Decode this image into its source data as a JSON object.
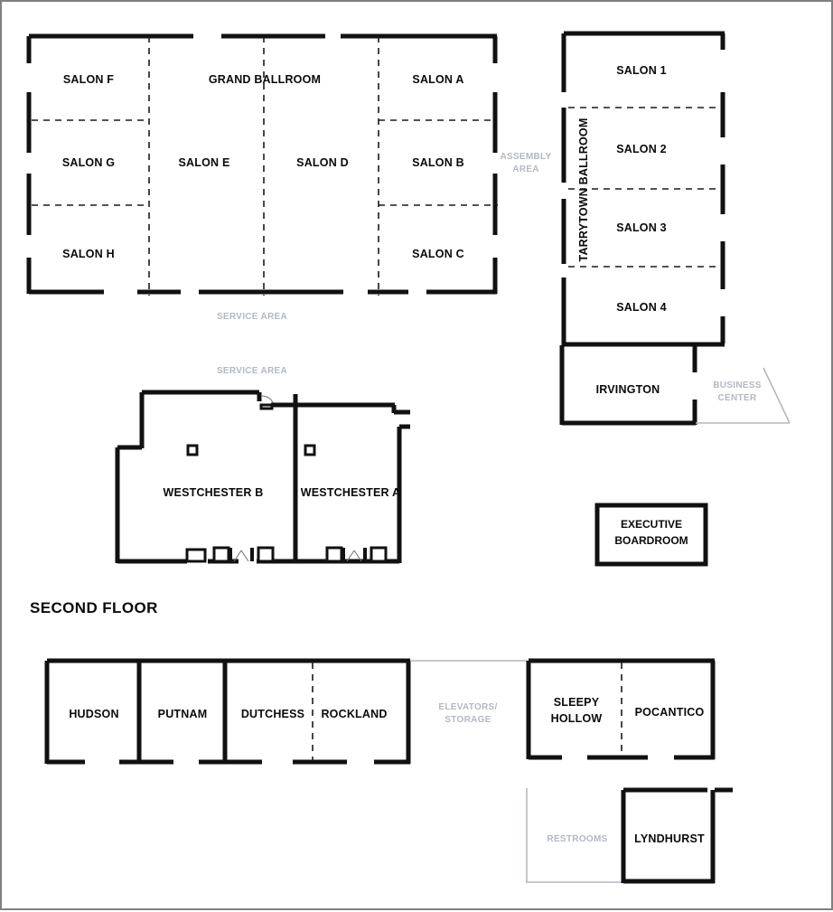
{
  "document": {
    "type": "floor-plan",
    "title": "Hotel Meeting & Event Space Floor Plan",
    "background_color": "#ffffff",
    "wall_color": "#111111",
    "ghost_color": "#b3b8c2",
    "border_color": "#808080"
  },
  "section_titles": {
    "second_floor": "SECOND FLOOR"
  },
  "grand_ballroom": {
    "name": "GRAND BALLROOM",
    "salons": {
      "f": "SALON F",
      "g": "SALON G",
      "h": "SALON H",
      "e": "SALON E",
      "d": "SALON D",
      "a": "SALON A",
      "b": "SALON B",
      "c": "SALON C"
    },
    "annotations": {
      "service_area": "SERVICE AREA",
      "assembly_area_line1": "ASSEMBLY",
      "assembly_area_line2": "AREA"
    }
  },
  "tarrytown_ballroom": {
    "name": "TARRYTOWN BALLROOM",
    "salons": {
      "s1": "SALON 1",
      "s2": "SALON 2",
      "s3": "SALON 3",
      "s4": "SALON 4"
    },
    "irvington": "IRVINGTON",
    "annotations": {
      "business_center_line1": "BUSINESS",
      "business_center_line2": "CENTER"
    }
  },
  "westchester": {
    "room_b": "WESTCHESTER B",
    "room_a": "WESTCHESTER A",
    "annotations": {
      "service_area": "SERVICE AREA"
    }
  },
  "executive_boardroom": {
    "line1": "EXECUTIVE",
    "line2": "BOARDROOM"
  },
  "second_floor": {
    "rooms": {
      "hudson": "HUDSON",
      "putnam": "PUTNAM",
      "dutchess": "DUTCHESS",
      "rockland": "ROCKLAND",
      "sleepy_hollow_line1": "SLEEPY",
      "sleepy_hollow_line2": "HOLLOW",
      "pocantico": "POCANTICO",
      "lyndhurst": "LYNDHURST"
    },
    "annotations": {
      "elevators_line1": "ELEVATORS/",
      "elevators_line2": "STORAGE",
      "restrooms": "RESTROOMS"
    }
  }
}
